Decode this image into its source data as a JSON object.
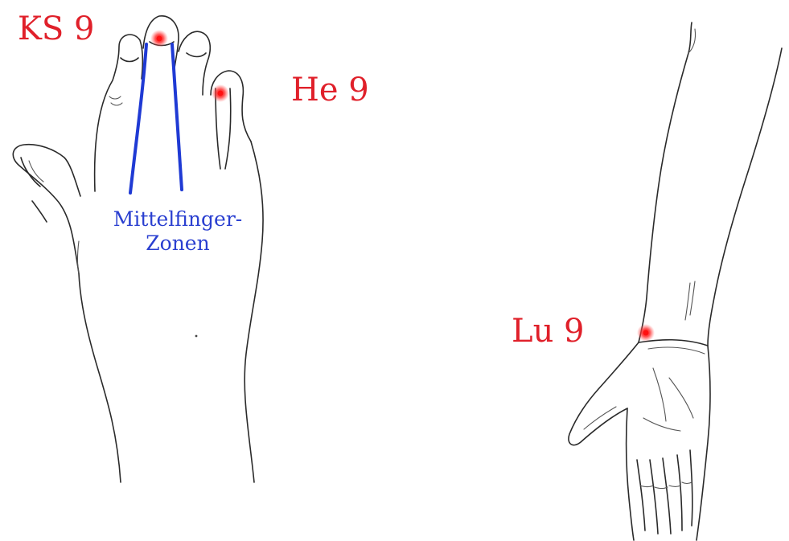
{
  "points": {
    "ks9": {
      "label": "KS 9",
      "color": "#e0202a"
    },
    "he9": {
      "label": "He 9",
      "color": "#e0202a"
    },
    "lu9": {
      "label": "Lu 9",
      "color": "#e0202a"
    }
  },
  "zones": {
    "line1": "Mittelfinger-",
    "line2": "Zonen",
    "color": "#2a3fd0"
  }
}
